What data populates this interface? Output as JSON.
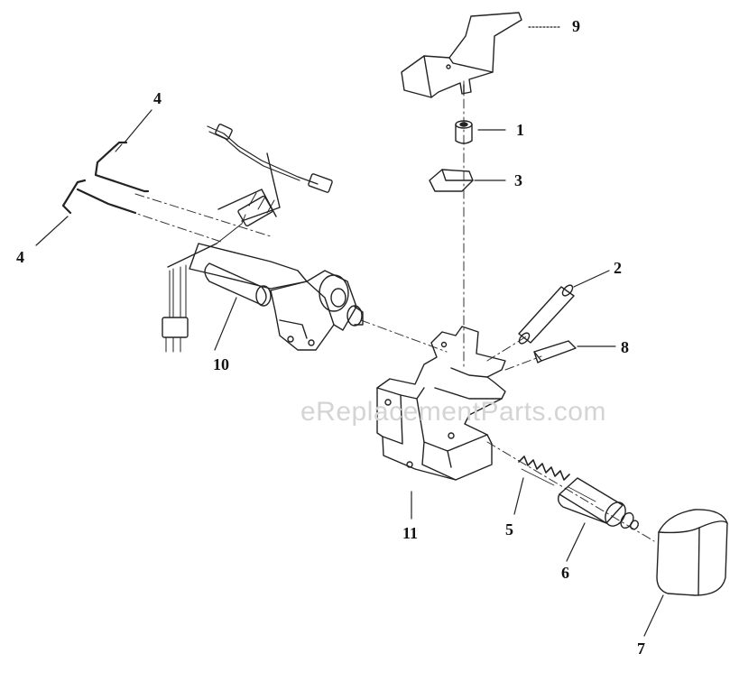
{
  "diagram": {
    "watermark": "eReplacementParts.com",
    "callouts": {
      "c1": "1",
      "c2": "2",
      "c3": "3",
      "c4a": "4",
      "c4b": "4",
      "c5": "5",
      "c6": "6",
      "c7": "7",
      "c8": "8",
      "c9": "9",
      "c10": "10",
      "c11": "11"
    }
  }
}
